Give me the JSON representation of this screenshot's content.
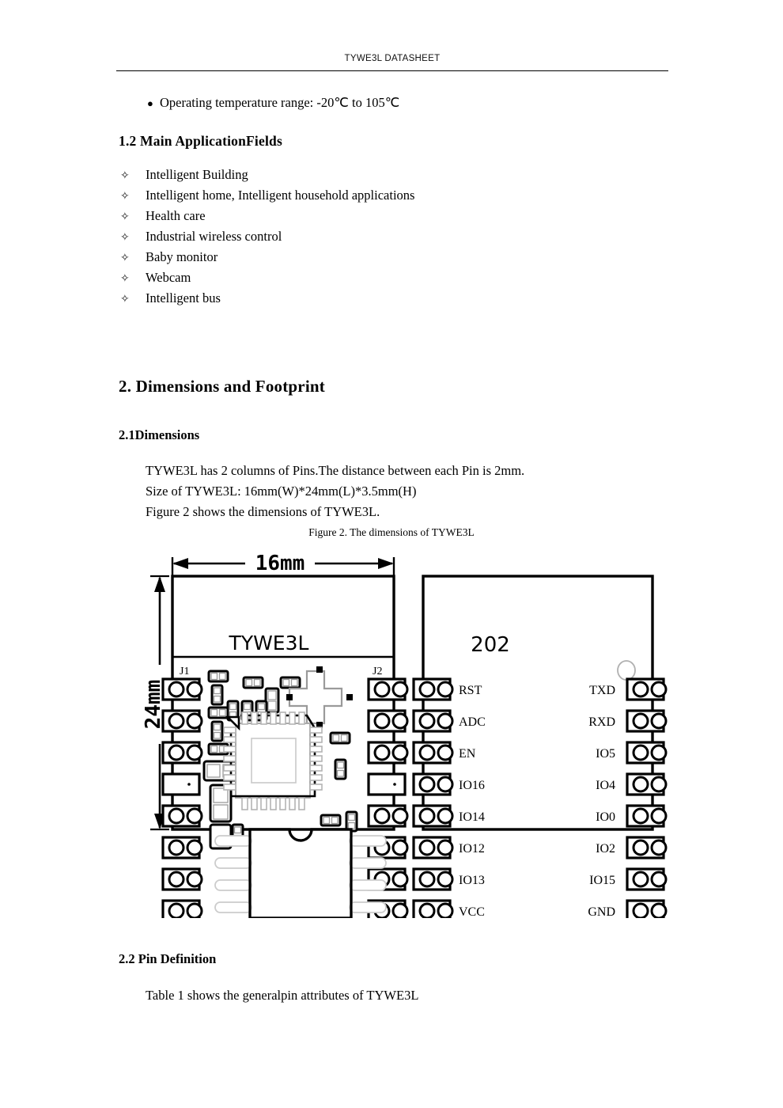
{
  "header": {
    "title": "TYWE3L DATASHEET"
  },
  "spec_bullet": {
    "marker": "●",
    "text": "Operating temperature range: -20℃  to 105℃"
  },
  "section_1_2": {
    "heading": "1.2 Main ApplicationFields",
    "marker": "✧",
    "items": [
      "Intelligent Building",
      "Intelligent home, Intelligent household applications",
      "Health care",
      "Industrial wireless control",
      "Baby monitor",
      "Webcam",
      "Intelligent bus"
    ]
  },
  "section_2": {
    "heading": "2. Dimensions and Footprint"
  },
  "section_2_1": {
    "heading": "2.1Dimensions",
    "paragraphs": [
      "TYWE3L has 2 columns of Pins.The distance between each Pin is 2mm.",
      "Size of TYWE3L: 16mm(W)*24mm(L)*3.5mm(H)",
      "Figure 2 shows the dimensions of TYWE3L."
    ],
    "figure_caption": "Figure 2. The dimensions of TYWE3L"
  },
  "figure": {
    "width_label": "16mm",
    "height_label": "24mm",
    "left_board": {
      "silkscreen_label": "TYWE3L",
      "connector_left": "J1",
      "connector_right": "J2",
      "pad_count_per_side": 8
    },
    "right_board": {
      "marking": "202",
      "left_pins": [
        "RST",
        "ADC",
        "EN",
        "IO16",
        "IO14",
        "IO12",
        "IO13",
        "VCC"
      ],
      "right_pins": [
        "TXD",
        "RXD",
        "IO5",
        "IO4",
        "IO0",
        "IO2",
        "IO15",
        "GND"
      ]
    }
  },
  "section_2_2": {
    "heading": "2.2 Pin Definition",
    "paragraph": "Table 1 shows the generalpin attributes of TYWE3L"
  },
  "colors": {
    "ink": "#000000",
    "paper": "#ffffff",
    "light_stroke": "#bbbbbb"
  }
}
